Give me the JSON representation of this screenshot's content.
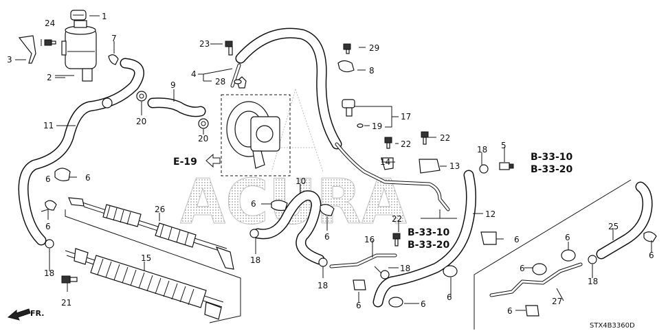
{
  "diagram": {
    "callouts": {
      "c1": "1",
      "c2": "2",
      "c3": "3",
      "c4": "4",
      "c5": "5",
      "c6a": "6",
      "c6b": "6",
      "c6c": "6",
      "c6d": "6",
      "c6e": "6",
      "c6f": "6",
      "c6g": "6",
      "c6h": "6",
      "c6i": "6",
      "c6j": "6",
      "c6k": "6",
      "c6l": "6",
      "c6m": "6",
      "c7": "7",
      "c8": "8",
      "c9": "9",
      "c10": "10",
      "c11": "11",
      "c12": "12",
      "c13": "13",
      "c14": "14",
      "c15": "15",
      "c16": "16",
      "c17": "17",
      "c18a": "18",
      "c18b": "18",
      "c18c": "18",
      "c18d": "18",
      "c18e": "18",
      "c18f": "18",
      "c19": "19",
      "c20a": "20",
      "c20b": "20",
      "c21": "21",
      "c22a": "22",
      "c22b": "22",
      "c22c": "22",
      "c23": "23",
      "c24": "24",
      "c25": "25",
      "c26": "26",
      "c27": "27",
      "c28": "28",
      "c29": "29"
    },
    "references": {
      "e19": "E-19",
      "b33_10_top": "B-33-10",
      "b33_20_top": "B-33-20",
      "b33_10_mid": "B-33-10",
      "b33_20_mid": "B-33-20"
    },
    "front_label": "FR.",
    "watermark": "ACURA",
    "diagram_code": "STX4B3360D"
  }
}
